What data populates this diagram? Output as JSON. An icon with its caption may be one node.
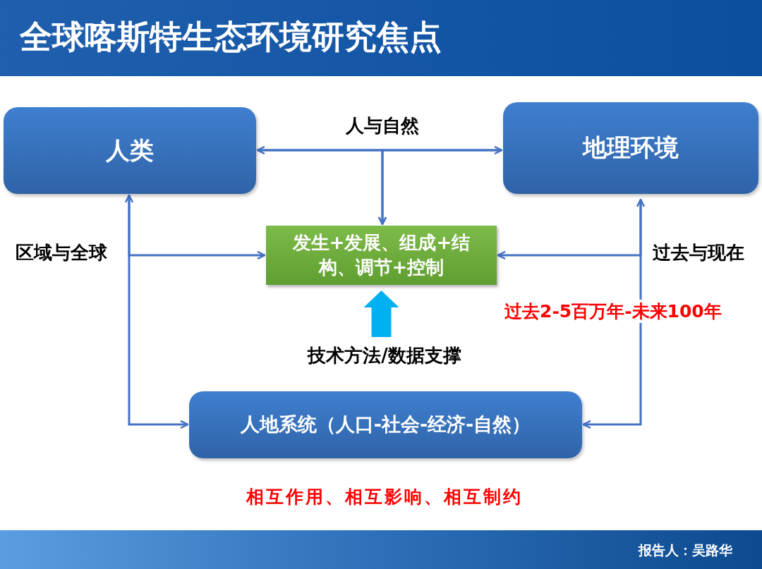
{
  "diagram": {
    "title": "全球喀斯特生态环境研究焦点",
    "nodes": [
      {
        "text": [
          "人类"
        ]
      },
      {
        "text": [
          "地理环境"
        ]
      },
      {
        "text": [
          "发生+发展、组成+结构、调节+控制"
        ]
      },
      {
        "text": [
          "人地系统（人口-社会-经济-自然）"
        ]
      },
      {
        "text": [
          "技术方法/数据支撑"
        ]
      }
    ],
    "edges": [
      {
        "from": 0,
        "to": 1,
        "arrow": "both",
        "label": "人与自然"
      },
      {
        "from": 0,
        "to": 2,
        "arrow": "to"
      },
      {
        "from": 1,
        "to": 2,
        "arrow": "to"
      },
      {
        "from": 0,
        "to": 3,
        "arrow": "both",
        "label": "区域与全球"
      },
      {
        "from": 0,
        "to": 2,
        "arrow": "to"
      },
      {
        "from": 1,
        "to": 3,
        "arrow": "both",
        "label": "过去与现在"
      },
      {
        "from": 1,
        "to": 2,
        "arrow": "to"
      },
      {
        "from": 4,
        "to": 2,
        "arrow": "to",
        "style": "thick",
        "color": "#00b0f0"
      }
    ],
    "labels": [
      "过去2-5百万年-未来100年",
      "相互作用、相互影响、相互制约",
      "报告人：吴路华"
    ]
  }
}
